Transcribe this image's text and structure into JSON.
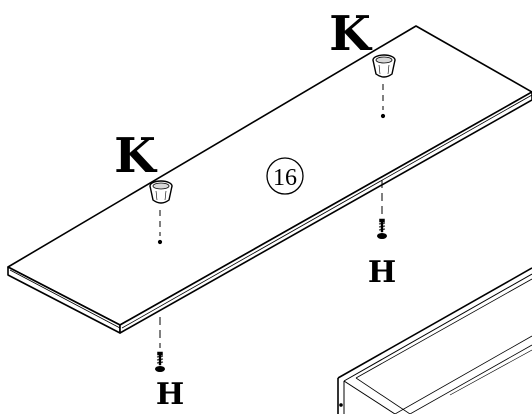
{
  "diagram": {
    "step_number": "16",
    "knob_label_left": "K",
    "knob_label_right": "K",
    "screw_label_front": "H",
    "screw_label_back": "H"
  },
  "colors": {
    "line": "#000000",
    "background": "#ffffff",
    "knob_shading": "#cfcfcf"
  }
}
